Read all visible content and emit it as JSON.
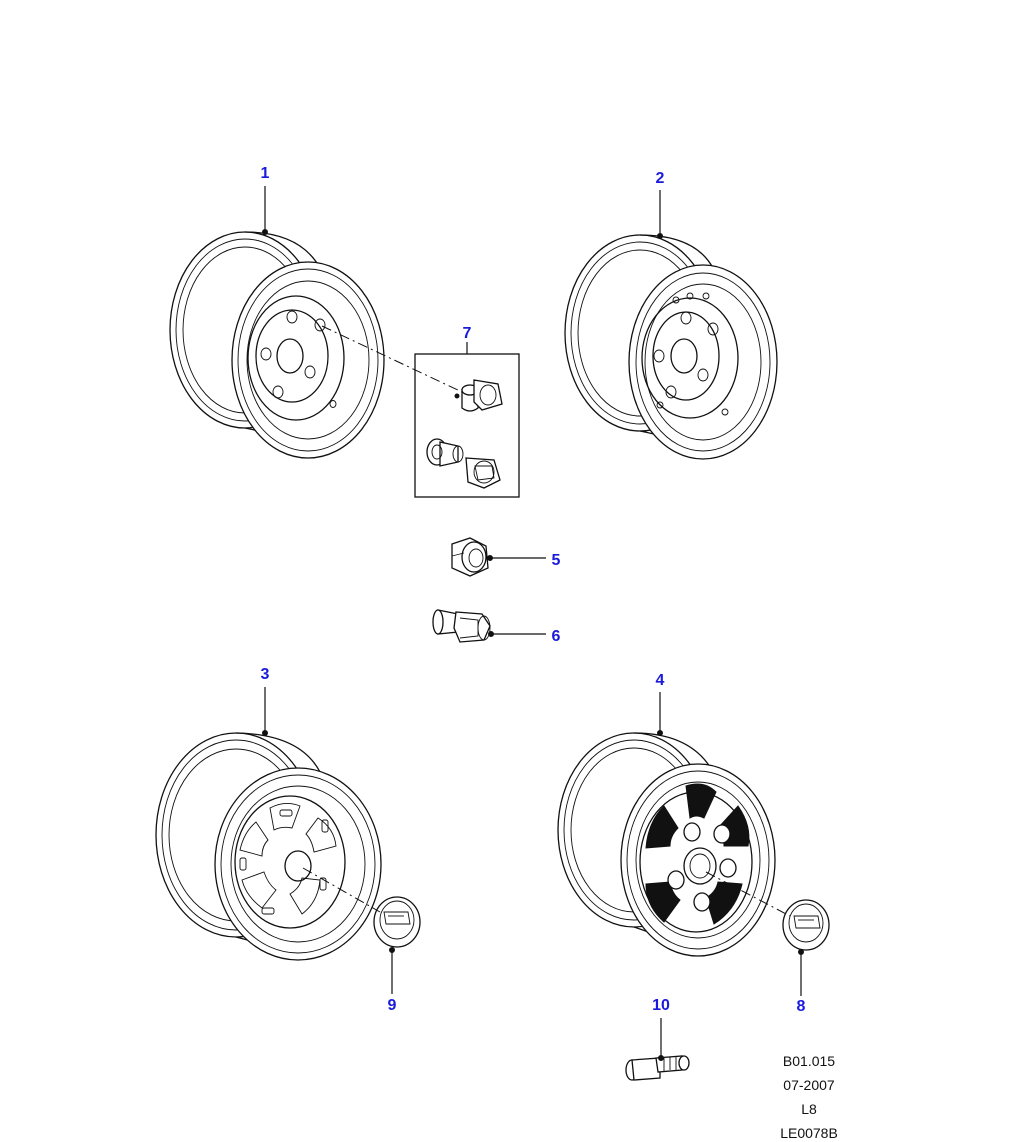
{
  "callouts": [
    {
      "id": "1",
      "label": "1"
    },
    {
      "id": "2",
      "label": "2"
    },
    {
      "id": "3",
      "label": "3"
    },
    {
      "id": "4",
      "label": "4"
    },
    {
      "id": "5",
      "label": "5"
    },
    {
      "id": "6",
      "label": "6"
    },
    {
      "id": "7",
      "label": "7"
    },
    {
      "id": "8",
      "label": "8"
    },
    {
      "id": "9",
      "label": "9"
    },
    {
      "id": "10",
      "label": "10"
    }
  ],
  "reference": {
    "code": "B01.015",
    "date": "07-2007",
    "model": "L8",
    "illustration": "LE0078B"
  },
  "colors": {
    "callout": "#1a1adc",
    "line": "#111111",
    "background": "#ffffff"
  }
}
